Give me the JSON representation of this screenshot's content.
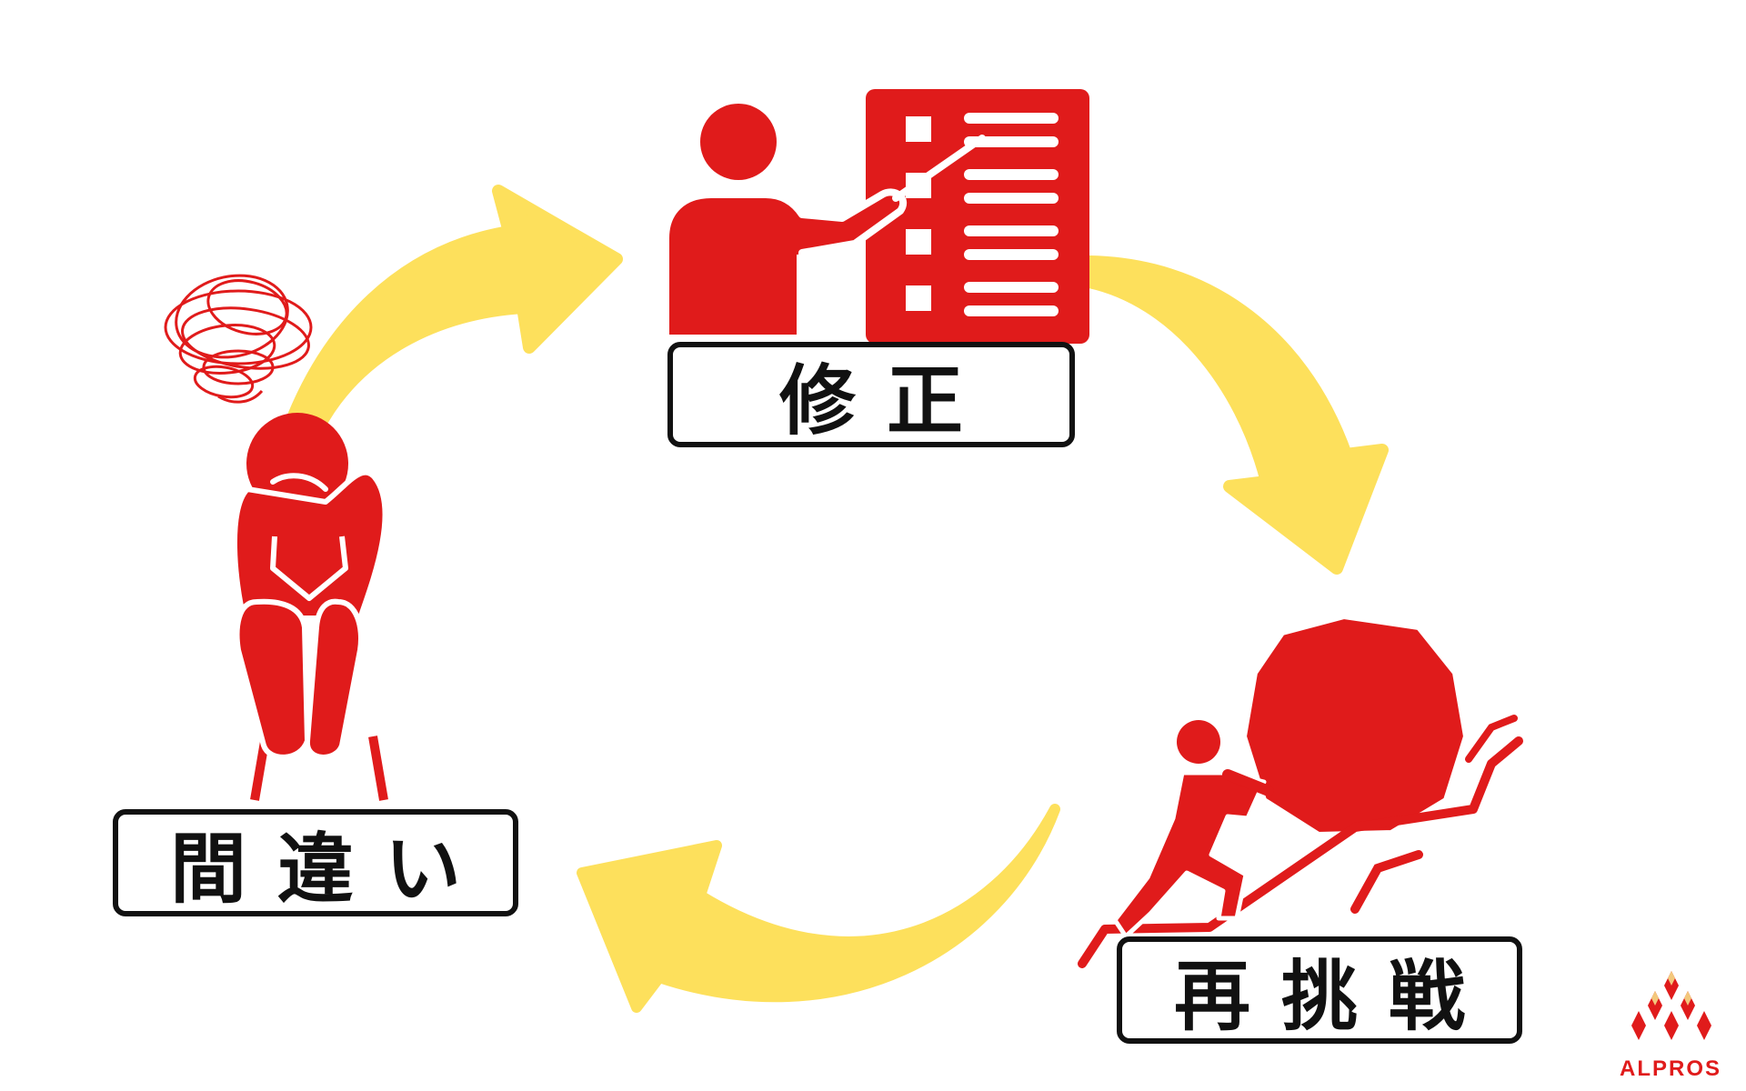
{
  "labels": {
    "mistake": "間違い",
    "fix": "修正",
    "retry": "再挑戦"
  },
  "logo": {
    "text": "ALPROS"
  },
  "colors": {
    "figure": "#e01b1b",
    "arrow": "#fde05c",
    "label_border": "#111111",
    "background": "#ffffff"
  }
}
